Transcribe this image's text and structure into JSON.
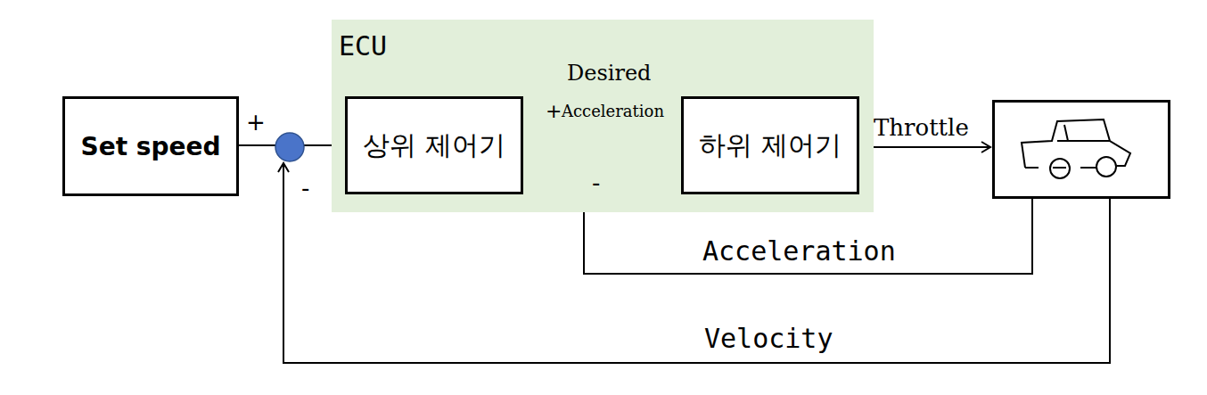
{
  "diagram": {
    "nodes": [
      {
        "text": [
          "Set speed"
        ]
      },
      {
        "text": [
          "ECU"
        ]
      },
      {
        "text": [
          "상위 제어기"
        ],
        "in": 1
      },
      {
        "text": [
          "하위 제어기"
        ],
        "in": 1
      }
    ],
    "edges": [
      {
        "from": 0,
        "to": 2,
        "arrow": "to"
      },
      {
        "from": 2,
        "to": 3,
        "arrow": "to"
      }
    ],
    "labels": [
      "+",
      "-",
      "Desired",
      "+",
      "Acceleration",
      "-",
      "Throttle",
      "Acceleration",
      "Velocity"
    ]
  }
}
